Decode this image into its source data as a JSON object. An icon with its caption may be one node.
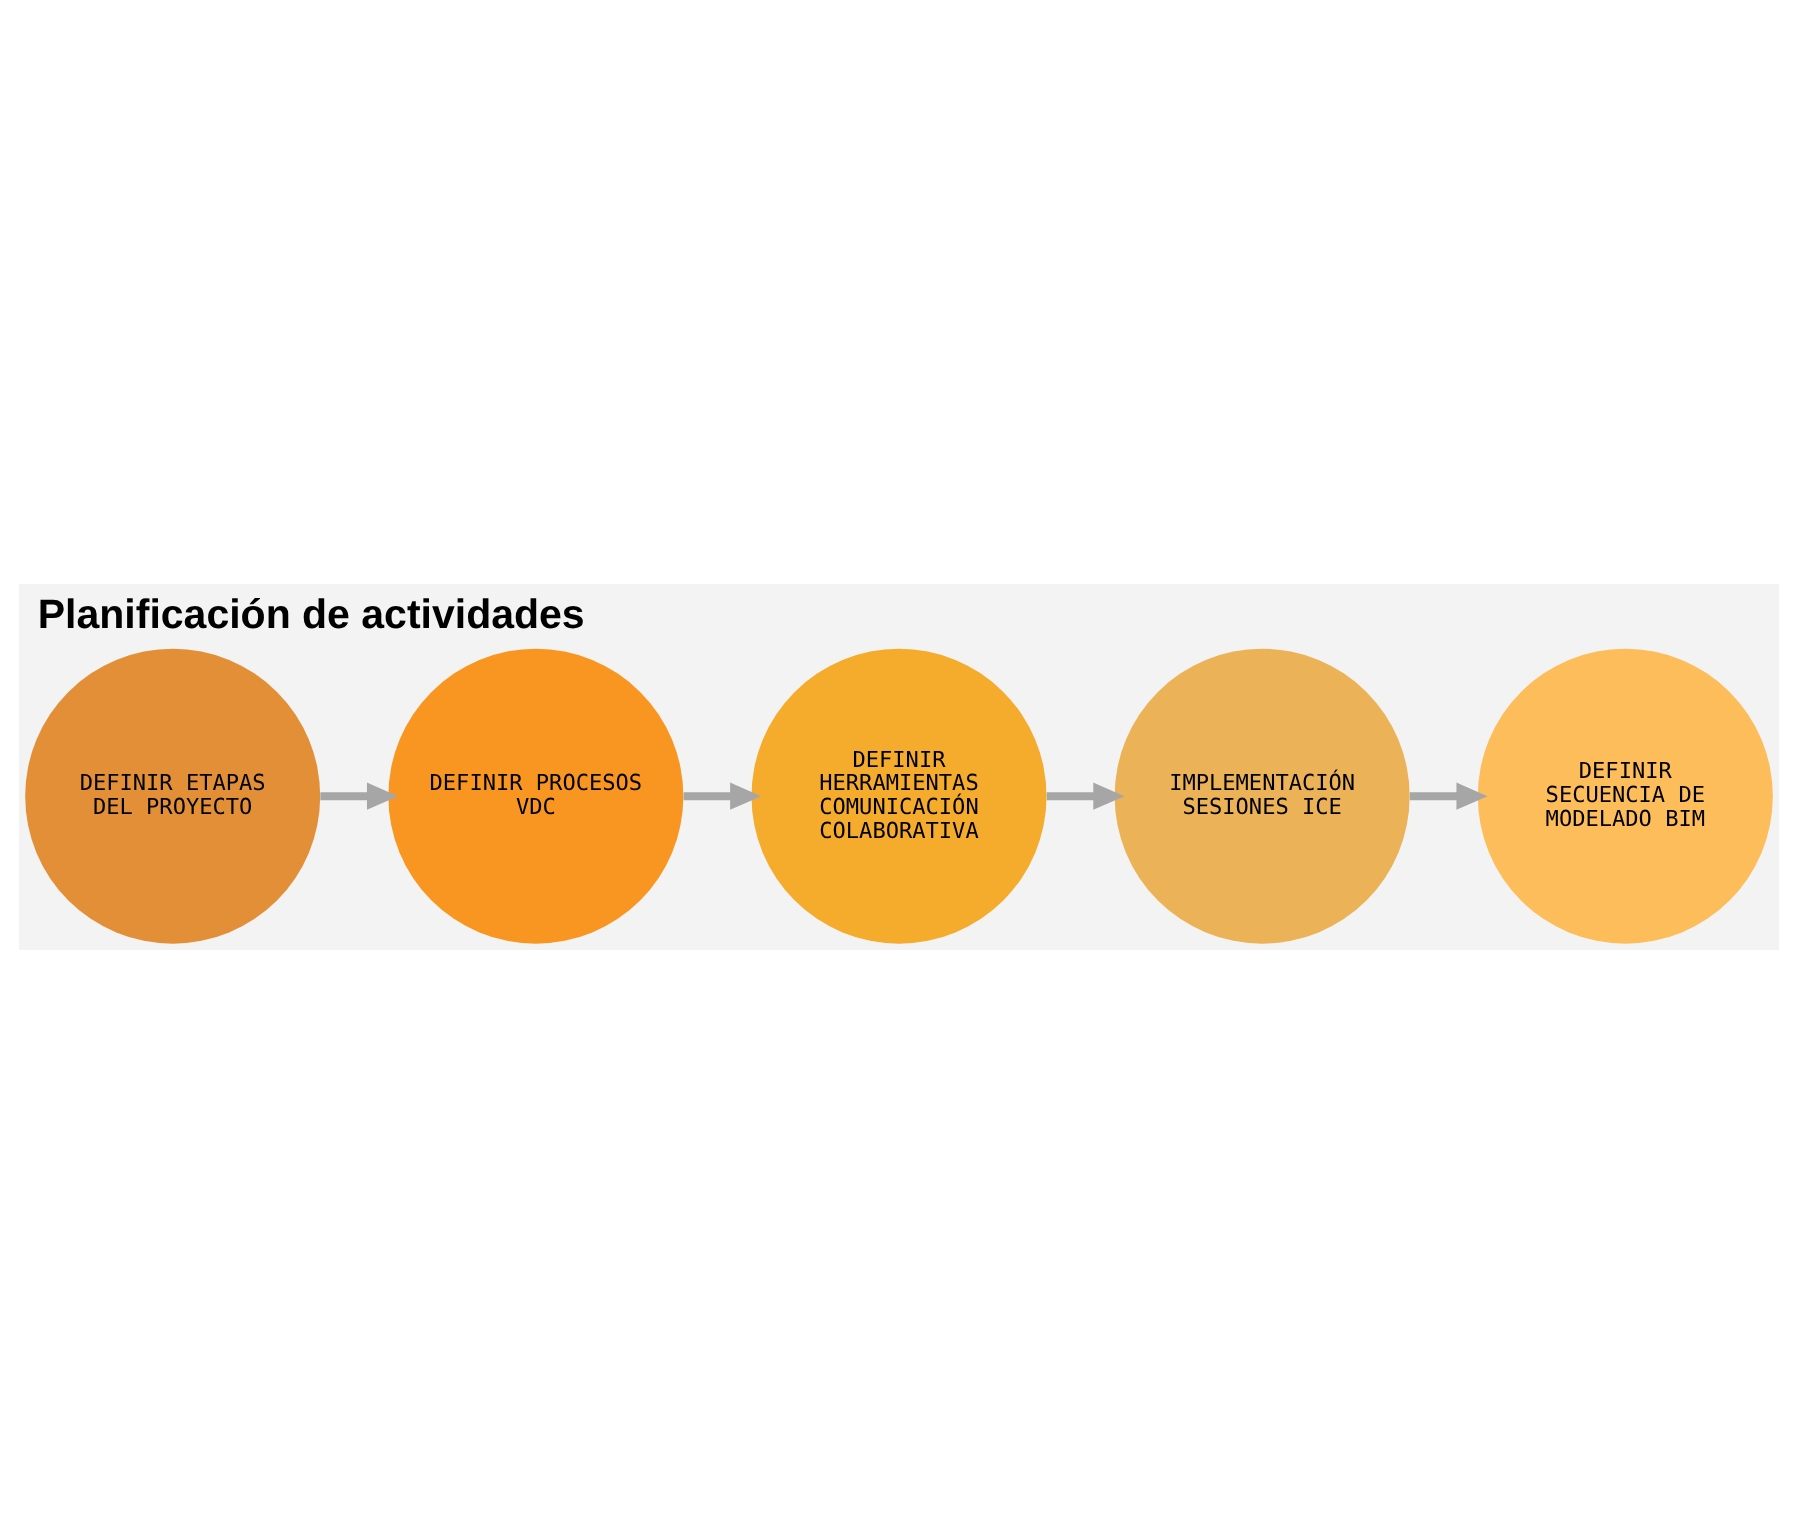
{
  "diagram": {
    "title": "Planificación de actividades",
    "nodes": [
      {
        "text": [
          "DEFINIR ETAPAS DEL PROYECTO"
        ]
      },
      {
        "text": [
          "DEFINIR PROCESOS VDC"
        ]
      },
      {
        "text": [
          "DEFINIR HERRAMIENTAS COMUNICACIÓN COLABORATIVA"
        ]
      },
      {
        "text": [
          "IMPLEMENTACIÓN SESIONES ICE"
        ]
      },
      {
        "text": [
          "DEFINIR SECUENCIA DE MODELADO BIM"
        ]
      }
    ],
    "edges": [
      {
        "from": 0,
        "to": 1,
        "arrow": "to"
      },
      {
        "from": 1,
        "to": 2,
        "arrow": "to"
      },
      {
        "from": 2,
        "to": 3,
        "arrow": "to"
      },
      {
        "from": 3,
        "to": 4,
        "arrow": "to"
      }
    ]
  }
}
